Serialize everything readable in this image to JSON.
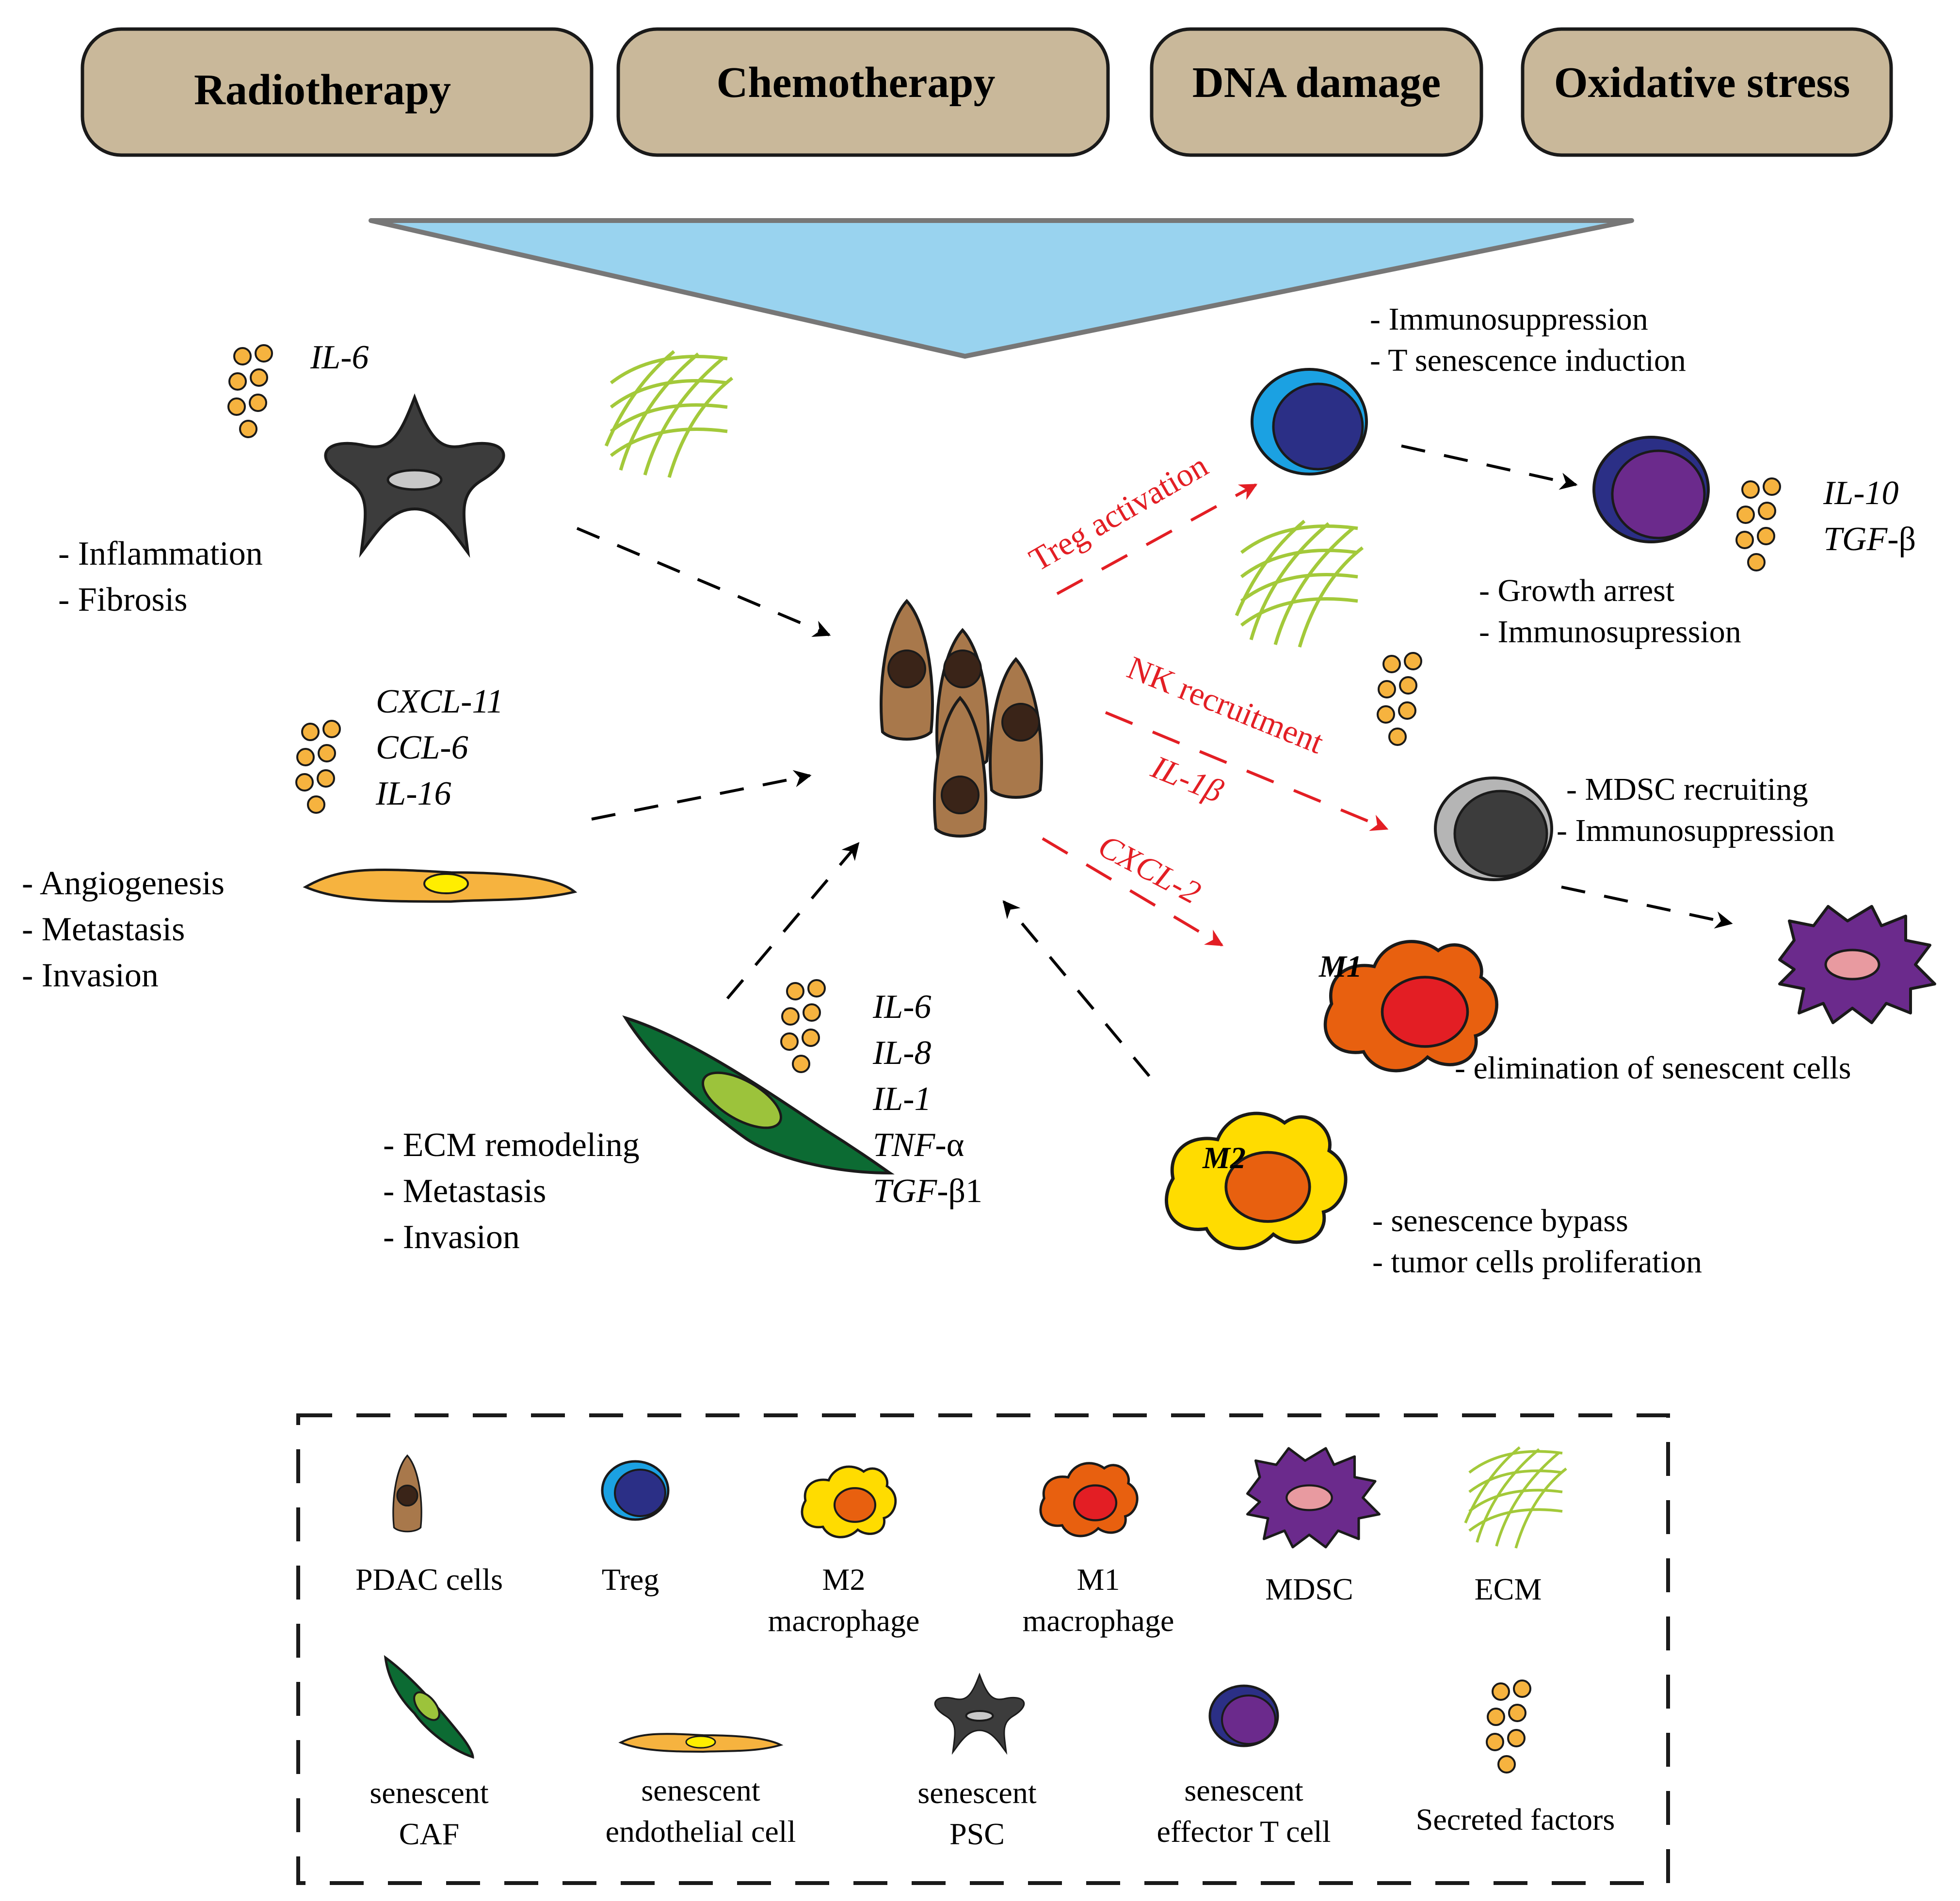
{
  "stimuli": {
    "radiotherapy": "Radiotherapy",
    "chemotherapy": "Chemotherapy",
    "dna_damage": "DNA damage",
    "oxidative_stress": "Oxidative stress"
  },
  "colors": {
    "stimulus_box": "#c9b89a",
    "funnel": "#99d3ef",
    "factor_dot": "#f6b33f",
    "ecm_fiber": "#a3c93a",
    "pdac_cell": "#a8784b",
    "treg_outer": "#1ba1e2",
    "treg_inner": "#2b2f86",
    "effector_t_outer": "#2b2f86",
    "effector_t_inner": "#6b2a8c",
    "mdsc_body": "#6b2a8c",
    "mdsc_nucleus": "#e89aa0",
    "m1_body": "#e8600f",
    "m1_nucleus": "#e31e24",
    "m2_body": "#ffdc00",
    "m2_nucleus": "#e8600f",
    "caf_body": "#0c6b33",
    "caf_nucleus": "#9cc33b",
    "endothelial_body": "#f6b33f",
    "endothelial_nucleus": "#ffee00",
    "psc_body": "#3c3c3c",
    "nk_outer": "#b5b5b5",
    "nk_inner": "#3c3c3c",
    "red_label": "#e31e24"
  },
  "psc": {
    "factor": "IL-6",
    "effects": [
      "- Inflammation",
      "- Fibrosis"
    ]
  },
  "endothelial": {
    "factors": [
      "CXCL-11",
      "CCL-6",
      "IL-16"
    ],
    "effects": [
      "- Angiogenesis",
      "- Metastasis",
      "- Invasion"
    ]
  },
  "caf": {
    "factors": [
      {
        "name": "IL-6",
        "suffix": ""
      },
      {
        "name": "IL-8",
        "suffix": ""
      },
      {
        "name": "IL-1",
        "suffix": ""
      },
      {
        "name": "TNF",
        "suffix": "-α"
      },
      {
        "name": "TGF",
        "suffix": "-β1"
      }
    ],
    "effects": [
      "- ECM remodeling",
      "- Metastasis",
      "- Invasion"
    ]
  },
  "treg": {
    "effects": [
      "- Immunosuppression",
      "- T senescence induction"
    ],
    "arrow_label": "Treg activation"
  },
  "effector_t": {
    "factors": [
      {
        "name": "IL-10",
        "suffix": ""
      },
      {
        "name": "TGF",
        "suffix": "-β"
      }
    ],
    "effects": [
      "- Growth arrest",
      "- Immunosupression"
    ]
  },
  "nk": {
    "arrow_label": "NK recruitment",
    "factor_label": "IL-1β",
    "effects": [
      "- MDSC recruiting",
      "- Immunosuppression"
    ]
  },
  "m1": {
    "label": "M1",
    "arrow_label": "CXCL-2",
    "effects": [
      "- elimination of senescent cells"
    ]
  },
  "m2": {
    "label": "M2",
    "effects": [
      "- senescence bypass",
      "- tumor cells proliferation"
    ]
  },
  "legend": {
    "pdac": "PDAC cells",
    "treg": "Treg",
    "m2": [
      "M2",
      "macrophage"
    ],
    "m1": [
      "M1",
      "macrophage"
    ],
    "mdsc": "MDSC",
    "ecm": "ECM",
    "caf": [
      "senescent",
      "CAF"
    ],
    "endothelial": [
      "senescent",
      "endothelial cell"
    ],
    "psc": [
      "senescent",
      "PSC"
    ],
    "effector_t": [
      "senescent",
      "effector T cell"
    ],
    "secreted": "Secreted factors"
  }
}
